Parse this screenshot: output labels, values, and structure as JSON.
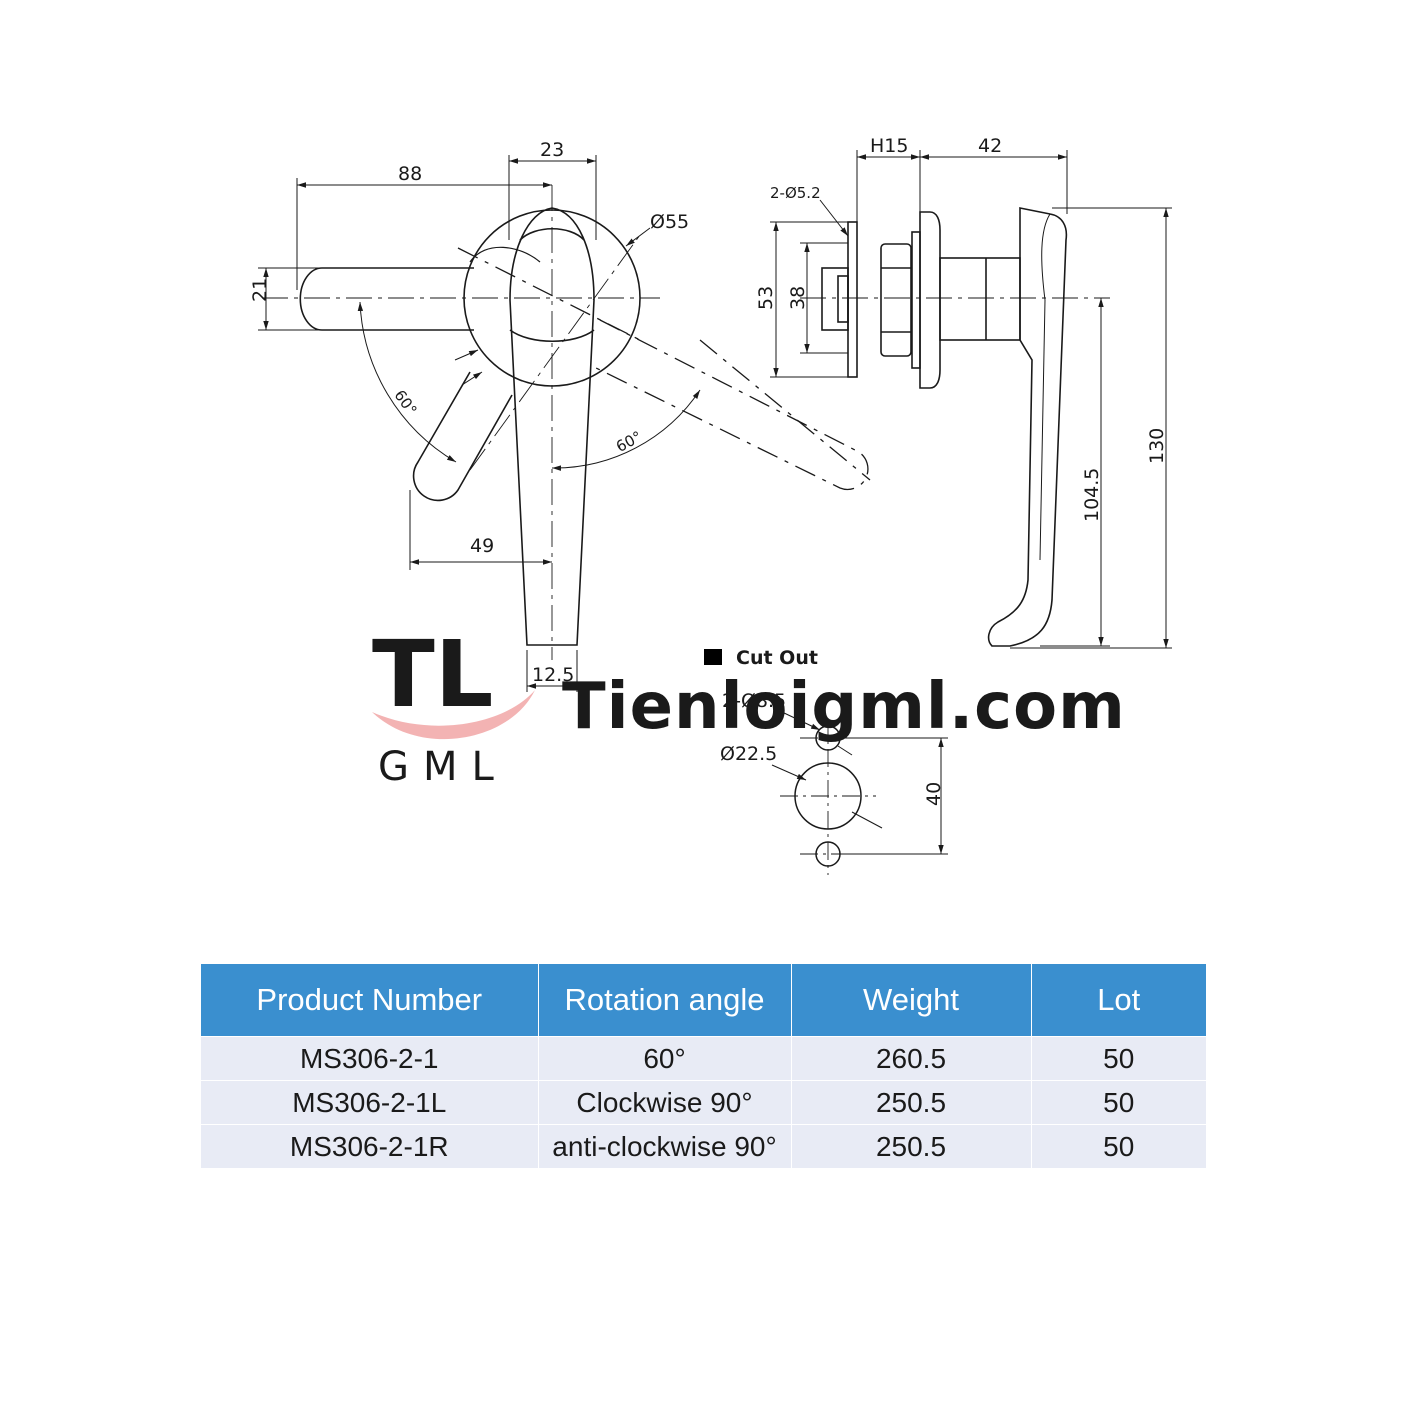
{
  "drawing": {
    "front_view": {
      "dim_length": "88",
      "dim_width": "23",
      "dim_diameter": "Ø55",
      "dim_height": "21",
      "angle_left": "60°",
      "angle_right": "60°",
      "dim_offset": "49",
      "dim_tip": "12.5"
    },
    "side_view": {
      "dim_thickness": "H15",
      "dim_depth": "42",
      "dim_holes": "2-Ø5.2",
      "dim_plate": "53",
      "dim_hole_spacing": "38",
      "dim_handle_drop": "104.5",
      "dim_total": "130"
    },
    "cut_out": {
      "title": "Cut Out",
      "dim_small_holes": "2-Ø8.5",
      "dim_center_hole": "Ø22.5",
      "dim_spacing": "40"
    },
    "watermark": {
      "logo_letters": "TL",
      "logo_sub": "GML",
      "site": "Tienloigml.com"
    },
    "colors": {
      "line": "#1a1a1a",
      "header": "#3a8fcf",
      "row": "#e8ebf5"
    }
  },
  "table": {
    "headers": [
      "Product Number",
      "Rotation angle",
      "Weight",
      "Lot"
    ],
    "rows": [
      [
        "MS306-2-1",
        "60°",
        "260.5",
        "50"
      ],
      [
        "MS306-2-1L",
        "Clockwise 90°",
        "250.5",
        "50"
      ],
      [
        "MS306-2-1R",
        "anti-clockwise 90°",
        "250.5",
        "50"
      ]
    ]
  }
}
